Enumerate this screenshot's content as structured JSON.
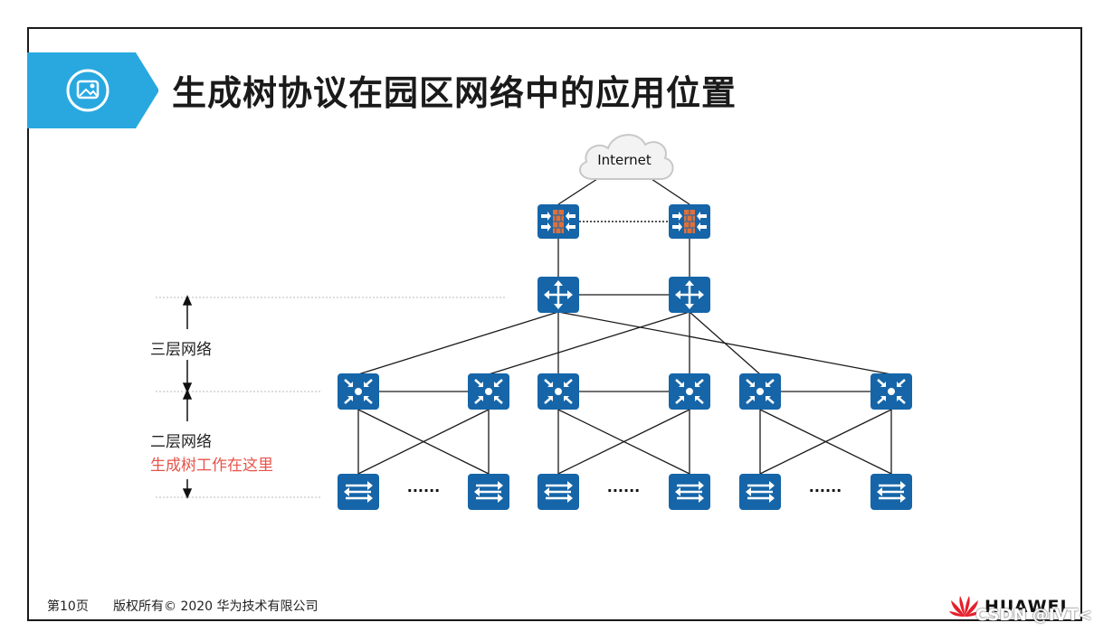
{
  "slide": {
    "title": "生成树协议在园区网络中的应用位置",
    "title_icon": "image-icon",
    "accent_color": "#29a8e0"
  },
  "diagram": {
    "cloud_label": "Internet",
    "layer3_label": "三层网络",
    "layer2_label": "二层网络",
    "stp_note": "生成树工作在这里",
    "ellipsis": "······",
    "device_color": "#1565a8",
    "stp_note_color": "#e8544a",
    "devices": {
      "firewalls": 2,
      "routers": 2,
      "aggregation_switches": 6,
      "access_switches": 6
    }
  },
  "footer": {
    "page": "第10页",
    "copyright": "版权所有© 2020 华为技术有限公司",
    "brand": "HUAWEI",
    "watermark": "CSDN @IVT<"
  }
}
